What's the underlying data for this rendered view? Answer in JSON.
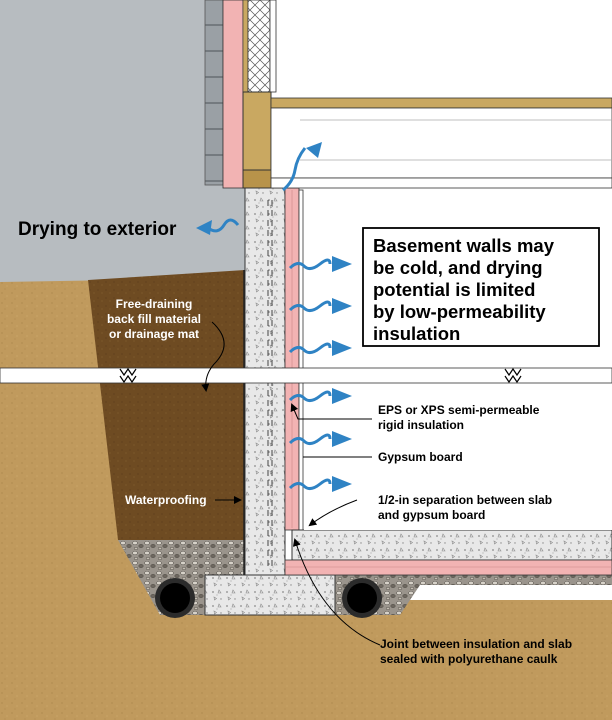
{
  "labels": {
    "drying_exterior": "Drying to exterior",
    "callout_line1": "Basement walls may",
    "callout_line2": "be cold, and drying",
    "callout_line3": "potential is limited",
    "callout_line4": "by low-permeability",
    "callout_line5": "insulation",
    "backfill_line1": "Free-draining",
    "backfill_line2": "back fill material",
    "backfill_line3": "or drainage mat",
    "waterproofing": "Waterproofing",
    "eps_line1": "EPS or XPS semi-permeable",
    "eps_line2": "rigid insulation",
    "gypsum": "Gypsum board",
    "separation_line1": "1/2-in separation between slab",
    "separation_line2": "and gypsum board",
    "joint_line1": "Joint between insulation and slab",
    "joint_line2": "sealed with polyurethane caulk"
  },
  "colors": {
    "sky": "#b7bcc0",
    "soil": "#bf965a",
    "backfill": "#6b4a22",
    "concrete": "#e6e6e6",
    "insulation": "#f2b3b3",
    "lumber": "#c9a861",
    "gravel": "#8f8a82",
    "arrow": "#2f83c4"
  }
}
